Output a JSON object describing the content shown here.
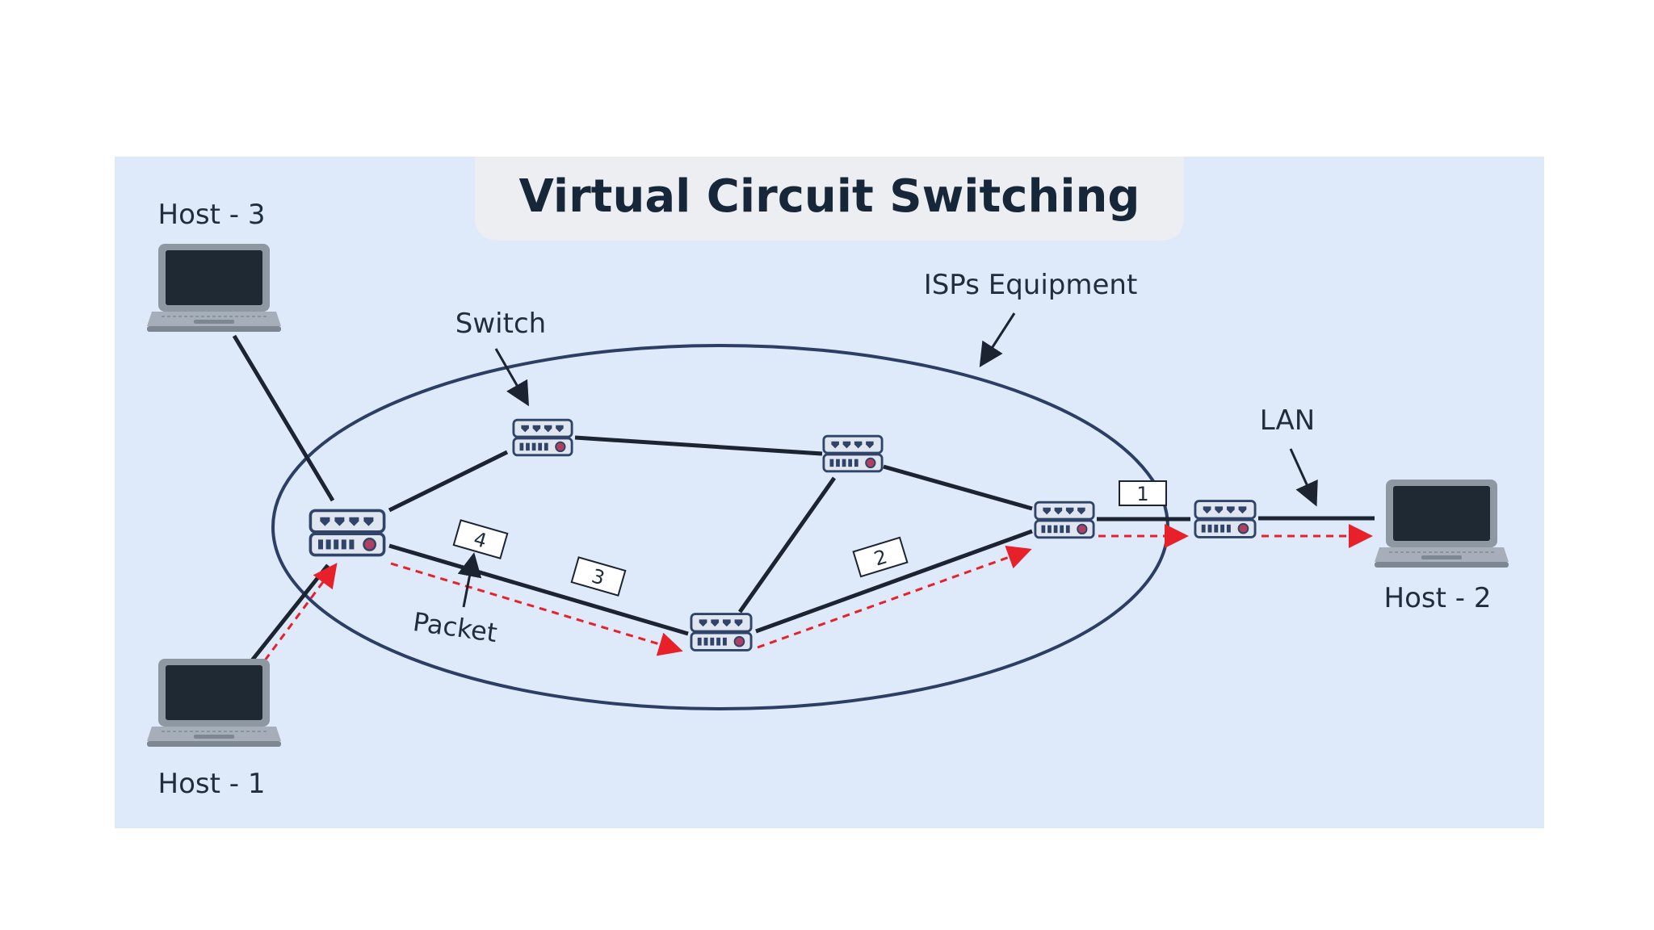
{
  "diagram": {
    "title": "Virtual Circuit Switching",
    "labels": {
      "host3": "Host - 3",
      "host1": "Host - 1",
      "host2": "Host - 2",
      "switch": "Switch",
      "isp": "ISPs Equipment",
      "lan": "LAN",
      "packet": "Packet"
    },
    "packets": [
      "1",
      "2",
      "3",
      "4"
    ],
    "colors": {
      "background": "#deeafa",
      "title_bar": "#eceef1",
      "title_text": "#17273a",
      "link": "#1b2430",
      "ellipse": "#2c3e64",
      "packet_path": "#e8202a",
      "laptop_screen": "#1f2933",
      "laptop_body": "#8e98a3",
      "switch_body": "#dfe6ef",
      "switch_stroke": "#2f4468",
      "switch_led": "#b04060"
    },
    "icons": [
      "laptop-icon",
      "switch-icon"
    ]
  }
}
